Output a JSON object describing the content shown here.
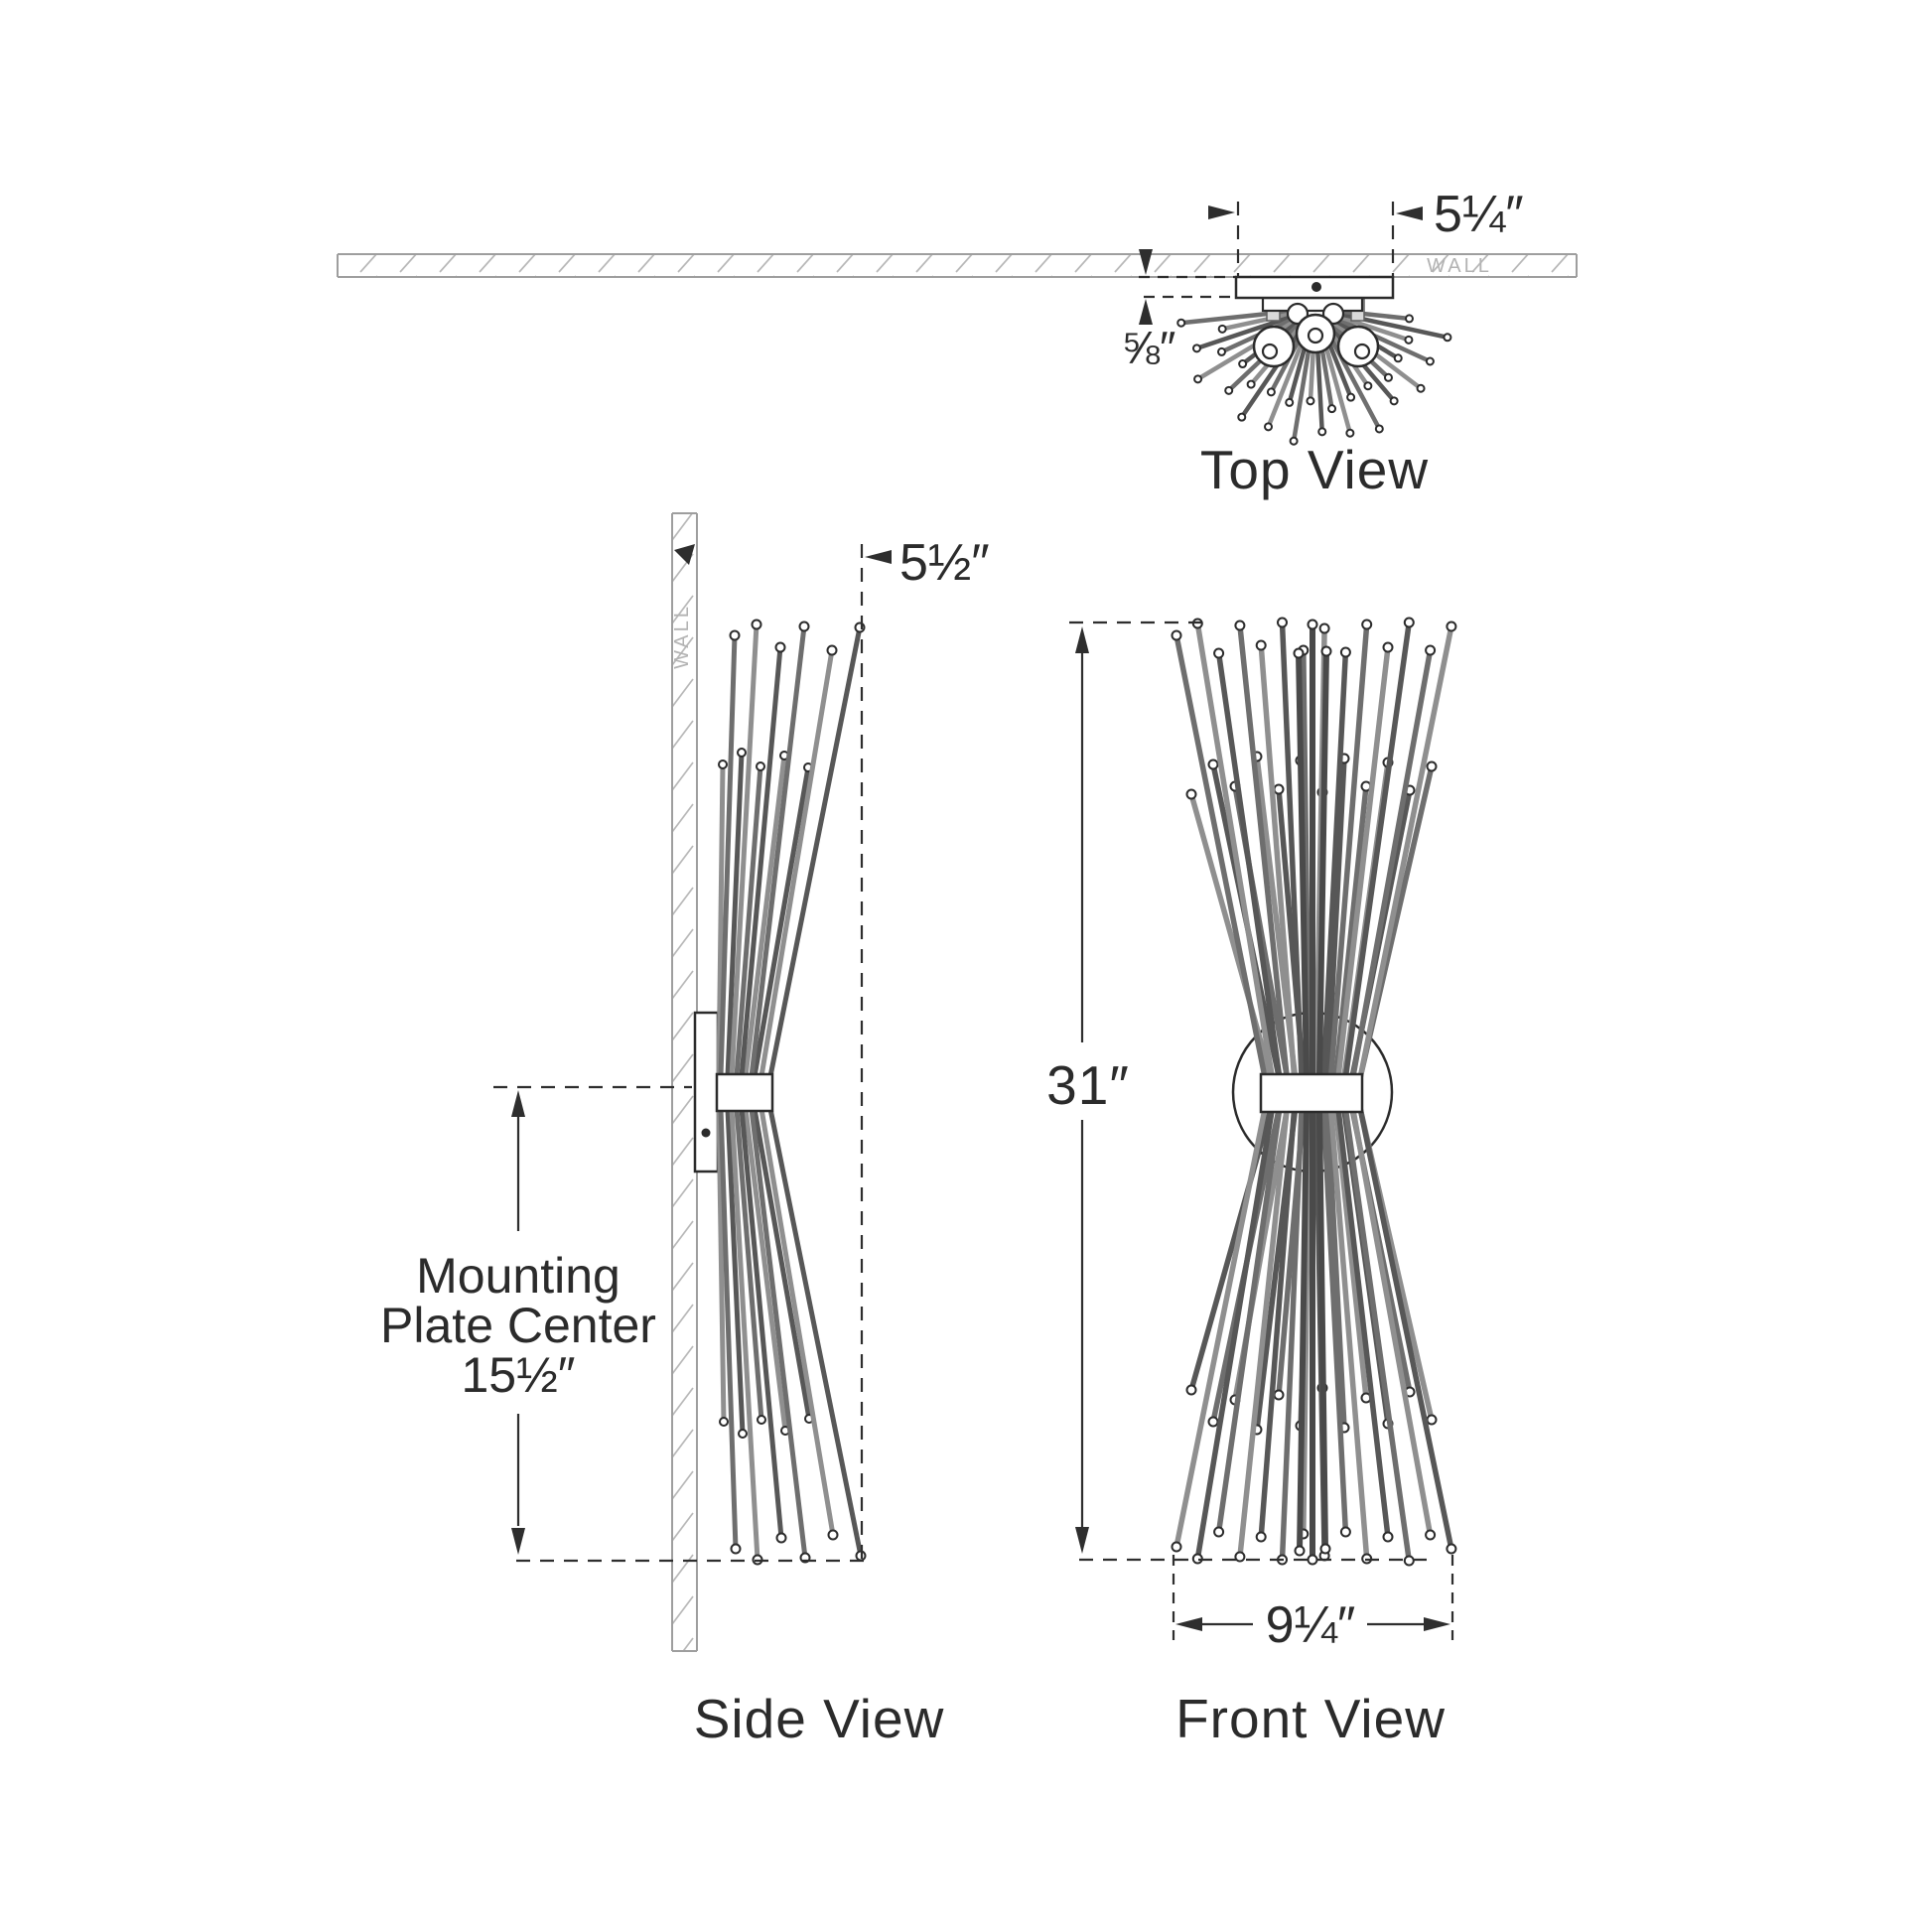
{
  "colors": {
    "background": "#ffffff",
    "ink": "#2b2b2b",
    "hatch": "#b8b8b8",
    "rod_dark": "#575757",
    "rod_mid": "#6e6e6e",
    "rod_light": "#8f8f8f"
  },
  "views": {
    "top": {
      "label": "Top View",
      "wall_label": "WALL"
    },
    "side": {
      "label": "Side View",
      "wall_label": "WALL"
    },
    "front": {
      "label": "Front View"
    }
  },
  "dimensions": {
    "backplate_width": "5¼″",
    "backplate_thickness": "⅝″",
    "projection": "5½″",
    "overall_height": "31″",
    "overall_width": "9¼″",
    "mounting_plate_center_line1": "Mounting",
    "mounting_plate_center_line2": "Plate Center",
    "mounting_plate_center_line3": "15½″"
  }
}
